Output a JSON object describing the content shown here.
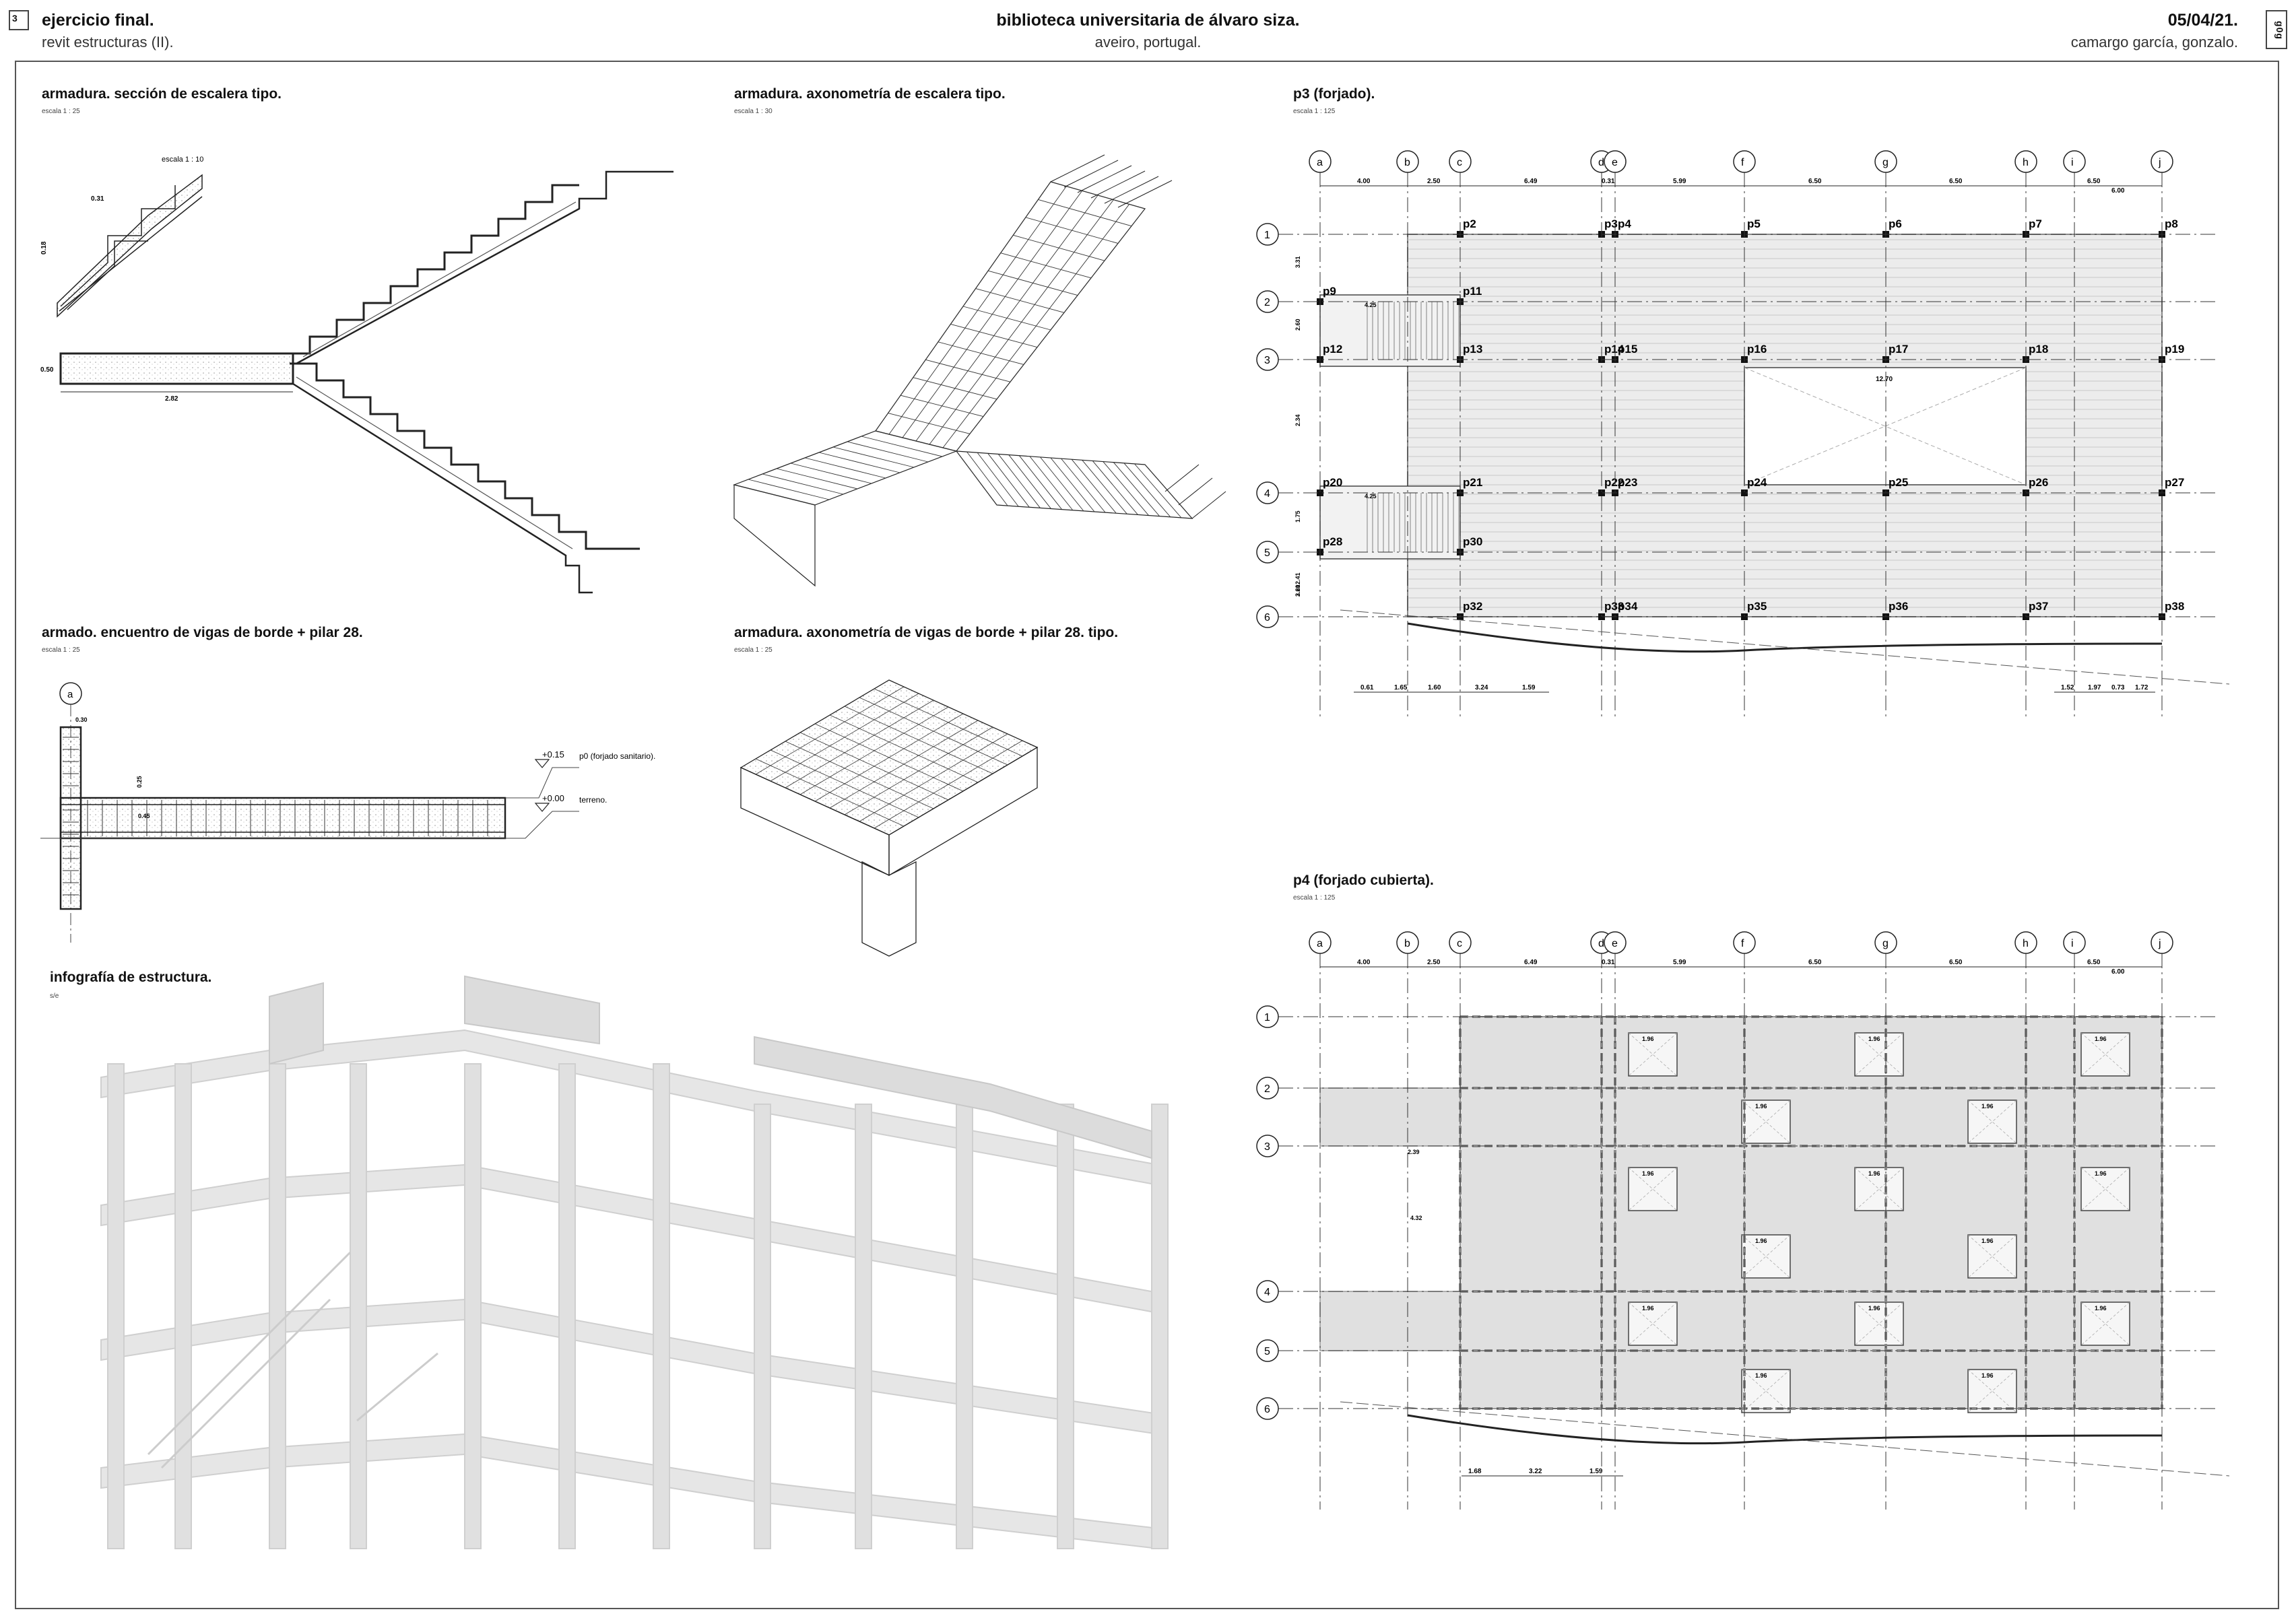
{
  "header": {
    "page_number": "3",
    "title": "ejercicio final.",
    "course": "revit estructuras (II).",
    "project": "biblioteca universitaria de álvaro siza.",
    "location": "aveiro, portugal.",
    "date": "05/04/21.",
    "author": "camargo garcía, gonzalo.",
    "sheet_code": "g0g"
  },
  "sections": {
    "stair_section": {
      "title": "armadura. sección de escalera tipo.",
      "scale": "escala    1 : 25",
      "detail_scale": "escala    1 : 10",
      "dims": [
        "0.31",
        "0.18",
        "0.50",
        "2.82"
      ]
    },
    "stair_axo": {
      "title": "armadura. axonometría de escalera tipo.",
      "scale": "escala    1 : 30"
    },
    "beam_junction": {
      "title": "armado. encuentro de vigas de borde + pilar 28.",
      "scale": "escala    1 : 25",
      "grid": "a",
      "level1": "+0.15",
      "level1_label": "p0 (forjado sanitario).",
      "level2": "+0.00",
      "level2_label": "terreno.",
      "dims": [
        "0.30",
        "0.25",
        "0.45"
      ]
    },
    "beam_axo": {
      "title": "armadura. axonometría de vigas de borde + pilar 28. tipo.",
      "scale": "escala    1 : 25"
    },
    "infographic": {
      "title": "infografía de estructura.",
      "scale": "s/e"
    },
    "p3": {
      "title": "p3 (forjado).",
      "scale": "escala    1 : 125"
    },
    "p4": {
      "title": "p4 (forjado cubierta).",
      "scale": "escala    1 : 125"
    }
  },
  "grid": {
    "columns": [
      "a",
      "b",
      "c",
      "d",
      "e",
      "f",
      "g",
      "h",
      "i",
      "j"
    ],
    "rows": [
      "1",
      "2",
      "3",
      "4",
      "5",
      "6"
    ],
    "col_dims": [
      "4.00",
      "2.50",
      "6.49",
      "0.31",
      "5.99",
      "6.50",
      "6.50",
      "6.50"
    ],
    "col_dims_short": "6.00"
  },
  "p3_pillars": [
    {
      "id": "p2",
      "c": 2,
      "r": 0
    },
    {
      "id": "p3",
      "c": 3,
      "r": 0
    },
    {
      "id": "p4",
      "c": 4,
      "r": 0
    },
    {
      "id": "p5",
      "c": 5,
      "r": 0
    },
    {
      "id": "p6",
      "c": 6,
      "r": 0
    },
    {
      "id": "p7",
      "c": 7,
      "r": 0
    },
    {
      "id": "p8",
      "c": 9,
      "r": 0
    },
    {
      "id": "p9",
      "c": 0,
      "r": 1
    },
    {
      "id": "p11",
      "c": 2,
      "r": 1
    },
    {
      "id": "p12",
      "c": 0,
      "r": 2
    },
    {
      "id": "p13",
      "c": 2,
      "r": 2
    },
    {
      "id": "p14",
      "c": 3,
      "r": 2
    },
    {
      "id": "p15",
      "c": 4,
      "r": 2
    },
    {
      "id": "p16",
      "c": 5,
      "r": 2
    },
    {
      "id": "p17",
      "c": 6,
      "r": 2
    },
    {
      "id": "p18",
      "c": 7,
      "r": 2
    },
    {
      "id": "p19",
      "c": 9,
      "r": 2
    },
    {
      "id": "p20",
      "c": 0,
      "r": 3
    },
    {
      "id": "p21",
      "c": 2,
      "r": 3
    },
    {
      "id": "p22",
      "c": 3,
      "r": 3
    },
    {
      "id": "p23",
      "c": 4,
      "r": 3
    },
    {
      "id": "p24",
      "c": 5,
      "r": 3
    },
    {
      "id": "p25",
      "c": 6,
      "r": 3
    },
    {
      "id": "p26",
      "c": 7,
      "r": 3
    },
    {
      "id": "p27",
      "c": 9,
      "r": 3
    },
    {
      "id": "p28",
      "c": 0,
      "r": 4
    },
    {
      "id": "p30",
      "c": 2,
      "r": 4
    },
    {
      "id": "p32",
      "c": 2,
      "r": 5
    },
    {
      "id": "p33",
      "c": 3,
      "r": 5
    },
    {
      "id": "p34",
      "c": 4,
      "r": 5
    },
    {
      "id": "p35",
      "c": 5,
      "r": 5
    },
    {
      "id": "p36",
      "c": 6,
      "r": 5
    },
    {
      "id": "p37",
      "c": 7,
      "r": 5
    },
    {
      "id": "p38",
      "c": 9,
      "r": 5
    }
  ],
  "p3_notes": {
    "void_dim": "12.70",
    "bottom_dims_left": [
      "0.61",
      "1.65",
      "1.60",
      "3.24",
      "1.59"
    ],
    "bottom_dims_right": [
      "1.52",
      "1.97",
      "0.73",
      "1.72"
    ],
    "stair_dim": "4.25",
    "row_dims": [
      "3.31",
      "2.60",
      "2.34",
      "1.75",
      "2.41",
      "2.60",
      "3.21"
    ]
  },
  "p4_notes": {
    "cell_dim": "1.96",
    "bottom_dims": [
      "1.68",
      "3.22",
      "1.59"
    ],
    "stair_dim": "2.39",
    "void_dim": "4.32"
  }
}
